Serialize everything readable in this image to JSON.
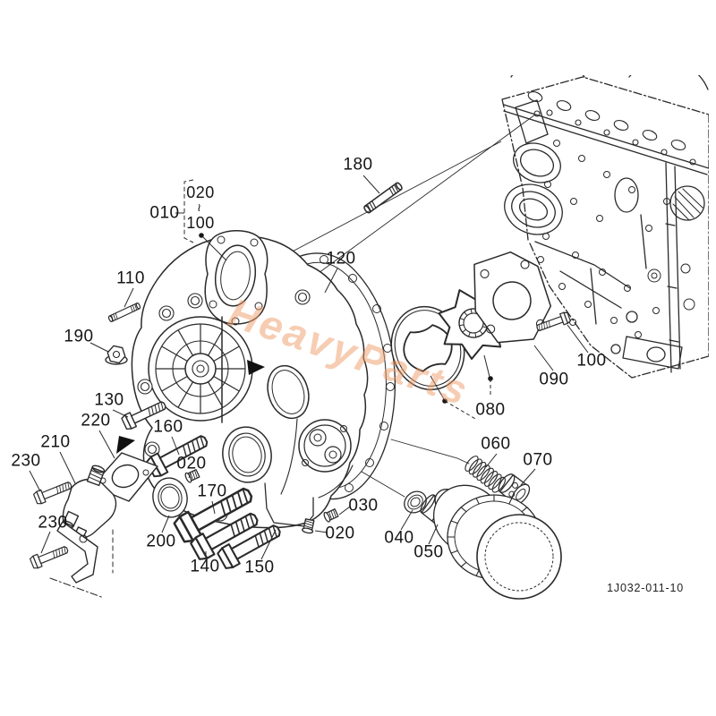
{
  "figure": {
    "drawing_number": "1J032-011-10",
    "watermark_text": "HeavyParts",
    "group": {
      "label": "010",
      "from": "020",
      "tilde": "~",
      "to": "100"
    },
    "callouts": [
      {
        "id": "180",
        "text": "180"
      },
      {
        "id": "110",
        "text": "110"
      },
      {
        "id": "120",
        "text": "120"
      },
      {
        "id": "190",
        "text": "190"
      },
      {
        "id": "130",
        "text": "130"
      },
      {
        "id": "220",
        "text": "220"
      },
      {
        "id": "210",
        "text": "210"
      },
      {
        "id": "230a",
        "text": "230"
      },
      {
        "id": "160",
        "text": "160"
      },
      {
        "id": "020b",
        "text": "020"
      },
      {
        "id": "170",
        "text": "170"
      },
      {
        "id": "230b",
        "text": "230"
      },
      {
        "id": "200",
        "text": "200"
      },
      {
        "id": "140",
        "text": "140"
      },
      {
        "id": "150",
        "text": "150"
      },
      {
        "id": "030",
        "text": "030"
      },
      {
        "id": "020c",
        "text": "020"
      },
      {
        "id": "040",
        "text": "040"
      },
      {
        "id": "050",
        "text": "050"
      },
      {
        "id": "060",
        "text": "060"
      },
      {
        "id": "070",
        "text": "070"
      },
      {
        "id": "080",
        "text": "080"
      },
      {
        "id": "090",
        "text": "090"
      },
      {
        "id": "100b",
        "text": "100"
      }
    ],
    "colors": {
      "line": "#2a2a2a",
      "label": "#161616",
      "watermark": "#ee9b68"
    }
  }
}
